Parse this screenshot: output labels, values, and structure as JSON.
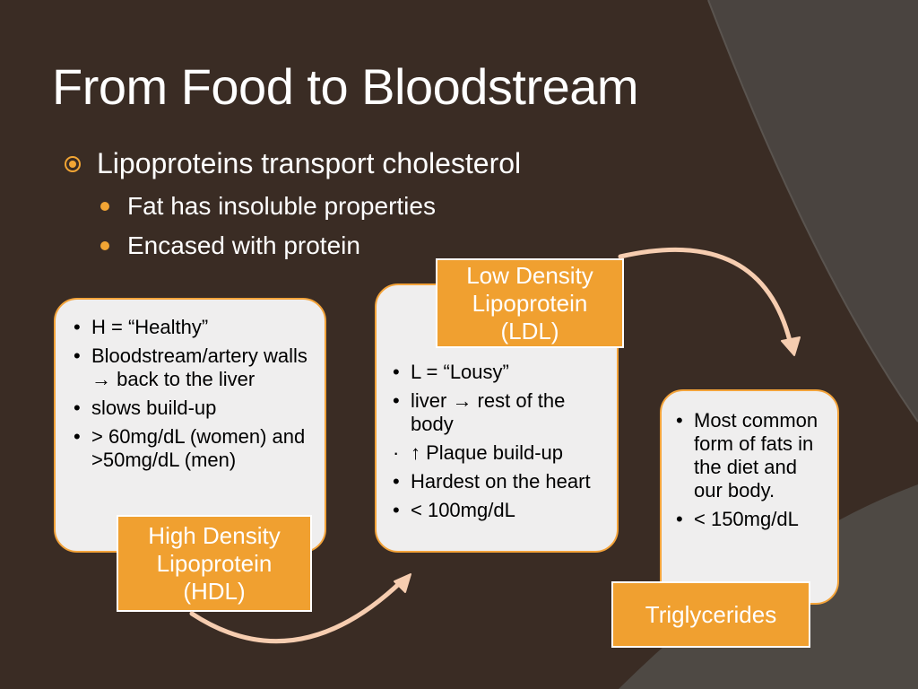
{
  "slide": {
    "title": "From Food to Bloodstream",
    "bullet": "Lipoproteins transport cholesterol",
    "sub_bullets": [
      "Fat has insoluble properties",
      "Encased with protein"
    ]
  },
  "hdl": {
    "label_line1": "High Density",
    "label_line2": "Lipoprotein",
    "label_line3": "(HDL)",
    "items": [
      "H = “Healthy”",
      "Bloodstream/artery walls → back to the liver",
      "slows build-up",
      "> 60mg/dL (women) and >50mg/dL (men)"
    ]
  },
  "ldl": {
    "label_line1": "Low Density",
    "label_line2": "Lipoprotein",
    "label_line3": "(LDL)",
    "items": [
      "L = “Lousy”",
      "liver → rest of the body",
      "↑ Plaque build-up",
      "Hardest on the heart",
      "< 100mg/dL"
    ]
  },
  "triglycerides": {
    "label": "Triglycerides",
    "items": [
      "Most common form of fats in the diet and our body.",
      "< 150mg/dL"
    ]
  },
  "colors": {
    "background": "#3a2c24",
    "accent": "#f0a030",
    "card": "#efeeee",
    "arrow": "#f6cdb0"
  }
}
